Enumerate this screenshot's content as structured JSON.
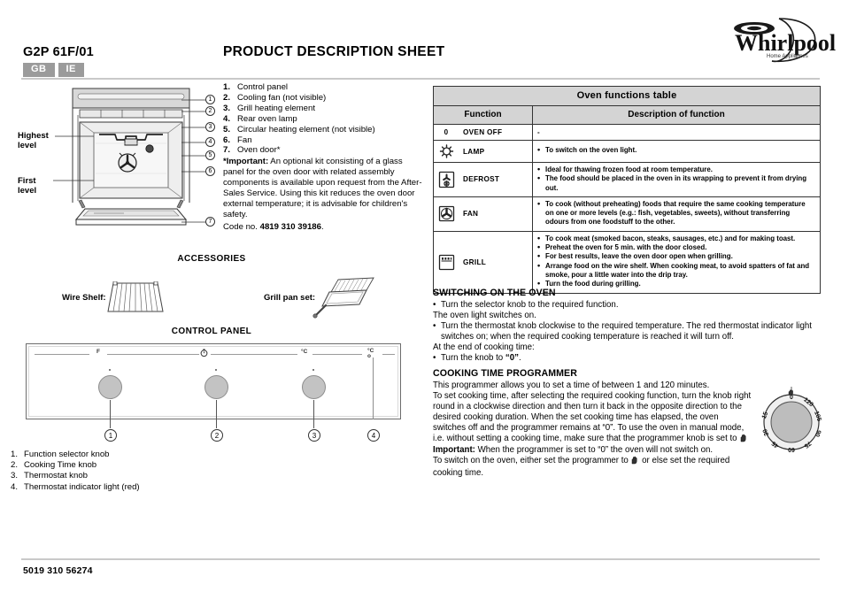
{
  "header": {
    "model": "G2P 61F/01",
    "title": "PRODUCT DESCRIPTION SHEET",
    "badges": [
      "GB",
      "IE"
    ],
    "brand": "Whirlpool",
    "brand_tagline": "Home  Appliances"
  },
  "oven_diagram": {
    "level_highest": "Highest\nlevel",
    "level_highest_l1": "Highest",
    "level_highest_l2": "level",
    "level_first_l1": "First",
    "level_first_l2": "level",
    "callouts": [
      "1",
      "2",
      "3",
      "4",
      "5",
      "6",
      "7"
    ]
  },
  "parts_list": {
    "items": [
      {
        "n": "1.",
        "text": "Control panel"
      },
      {
        "n": "2.",
        "text": "Cooling fan (not visible)"
      },
      {
        "n": "3.",
        "text": "Grill heating element"
      },
      {
        "n": "4.",
        "text": "Rear oven lamp"
      },
      {
        "n": "5.",
        "text": "Circular heating element (not visible)"
      },
      {
        "n": "6.",
        "text": "Fan"
      },
      {
        "n": "7.",
        "text": "Oven door*"
      }
    ],
    "note_label": "*Important:",
    "note_text": " An optional kit consisting of a glass panel for the oven door with related assembly components is available upon request from the After-Sales Service. Using this kit reduces the oven door external temperature; it is advisable for children's safety.",
    "code_label": "Code no. ",
    "code_value": "4819 310 39186",
    "code_suffix": "."
  },
  "accessories": {
    "title": "ACCESSORIES",
    "wire_shelf_label": "Wire Shelf:",
    "grill_pan_label": "Grill pan set:"
  },
  "control_panel": {
    "title": "CONTROL PANEL",
    "symbols": [
      "F",
      "timer-icon",
      "°C",
      "°C"
    ],
    "indicator_symbol": "o",
    "callouts": [
      "1",
      "2",
      "3",
      "4"
    ],
    "legend": [
      {
        "n": "1.",
        "text": "Function selector knob"
      },
      {
        "n": "2.",
        "text": "Cooking Time knob"
      },
      {
        "n": "3.",
        "text": "Thermostat knob"
      },
      {
        "n": "4.",
        "text": "Thermostat indicator light (red)"
      }
    ]
  },
  "functions_table": {
    "caption": "Oven functions table",
    "columns": [
      "Function",
      "Description of function"
    ],
    "rows": [
      {
        "icon": "zero-symbol",
        "icon_glyph": "0",
        "name": "OVEN OFF",
        "plain": "-",
        "bullets": []
      },
      {
        "icon": "lamp-icon",
        "name": "LAMP",
        "bullets": [
          "To switch on the oven light."
        ]
      },
      {
        "icon": "defrost-icon",
        "name": "DEFROST",
        "bullets": [
          "Ideal for thawing frozen food at room temperature.",
          "The food should be placed in the oven in its wrapping to prevent it from drying out."
        ]
      },
      {
        "icon": "fan-icon",
        "name": "FAN",
        "bullets": [
          "To cook (without preheating) foods that require the same cooking temperature on one or more levels (e.g.: fish, vegetables, sweets), without transferring odours from one foodstuff to the other."
        ]
      },
      {
        "icon": "grill-icon",
        "name": "GRILL",
        "bullets": [
          "To cook meat (smoked bacon, steaks, sausages, etc.) and for making toast.",
          "Preheat the oven for 5 min. with the door closed.",
          "For best results, leave the oven door open when grilling.",
          "Arrange food on the wire shelf. When cooking meat, to avoid spatters of fat and smoke, pour a little water into the drip tray.",
          "Turn the food during grilling."
        ]
      }
    ]
  },
  "switching_on": {
    "heading": "SWITCHING ON THE OVEN",
    "line1": "Turn the selector knob to the required function.",
    "line2": "The oven light switches on.",
    "line3": "Turn the thermostat knob clockwise to the required temperature. The red thermostat indicator light switches on; when the required cooking temperature is reached it will turn off.",
    "line4": "At the end of cooking time:",
    "line5_pre": "Turn the knob to ",
    "line5_bold": "“0”",
    "line5_post": "."
  },
  "programmer": {
    "heading": "COOKING TIME PROGRAMMER",
    "p1": "This programmer allows you to set a time of between 1 and 120 minutes.",
    "p2a": "To set cooking time, after selecting the required cooking function, turn the knob right round in a clockwise direction and then turn it back in the opposite direction to the desired cooking duration. When the set cooking time has elapsed, the oven switches off and the programmer remains at “0”. To use the oven in manual mode, i.e. without setting a cooking time, make sure that the programmer knob is set to ",
    "p2b_bold": "Important:",
    "p2c": " When the programmer is set to “0” the oven will not switch on.",
    "p3a": "To switch on the oven, either set the programmer to ",
    "p3b": " or else set the required cooking time.",
    "timer_scale": [
      "0",
      "120",
      "105",
      "90",
      "75",
      "60",
      "45",
      "30",
      "15"
    ]
  },
  "footer": {
    "code": "5019 310 56274"
  },
  "colors": {
    "badge_bg": "#9b9b9b",
    "table_header_bg": "#d4d4d4",
    "rule": "#c9c9c9",
    "knob": "#c3c3c3",
    "text": "#000000"
  }
}
